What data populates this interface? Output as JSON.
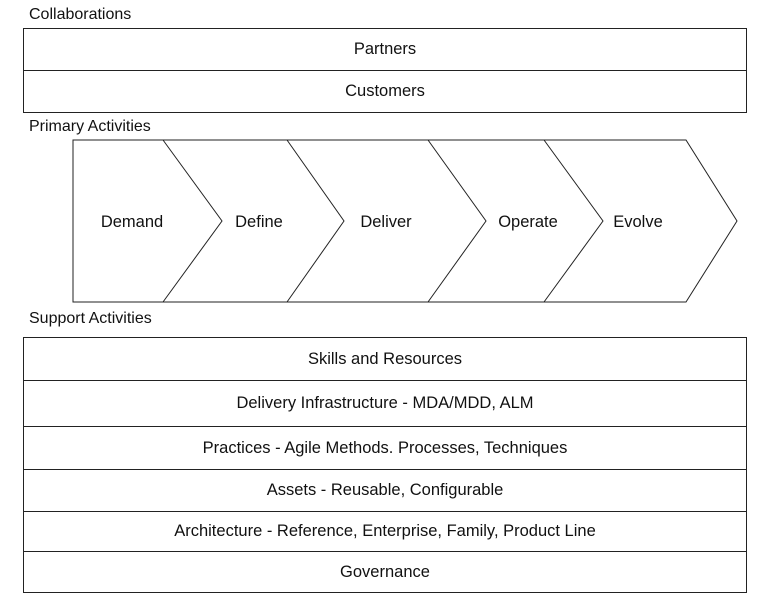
{
  "collaborations": {
    "title": "Collaborations",
    "rows": [
      "Partners",
      "Customers"
    ]
  },
  "primary_activities": {
    "title": "Primary Activities",
    "stages": [
      "Demand",
      "Define",
      "Deliver",
      "Operate",
      "Evolve"
    ]
  },
  "support_activities": {
    "title": "Support Activities",
    "rows": [
      "Skills and Resources",
      "Delivery Infrastructure - MDA/MDD, ALM",
      "Practices - Agile Methods. Processes, Techniques",
      "Assets - Reusable, Configurable",
      "Architecture -  Reference, Enterprise, Family, Product Line",
      "Governance"
    ]
  }
}
